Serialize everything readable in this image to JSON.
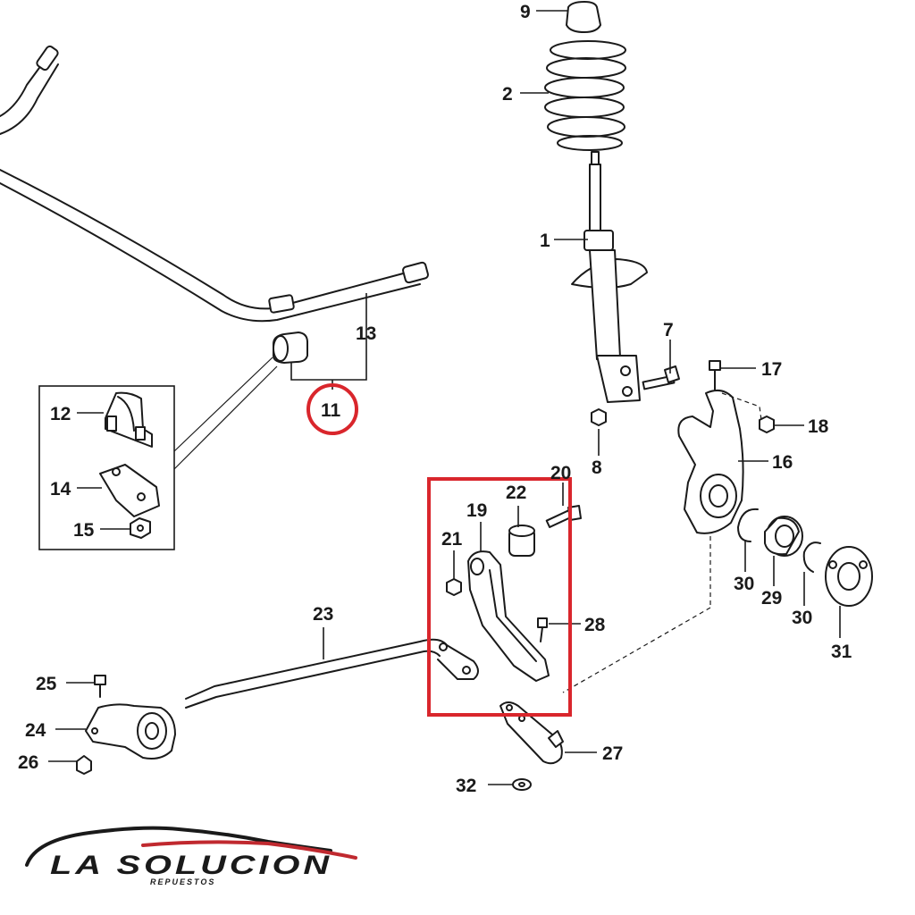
{
  "diagram": {
    "part_numbers": [
      "1",
      "2",
      "7",
      "8",
      "9",
      "11",
      "12",
      "13",
      "14",
      "15",
      "16",
      "17",
      "18",
      "19",
      "20",
      "21",
      "22",
      "23",
      "24",
      "25",
      "26",
      "27",
      "28",
      "29",
      "30",
      "30",
      "31",
      "32"
    ],
    "highlight_color": "#d9262c",
    "line_color": "#1a1a1a"
  },
  "logo": {
    "name": "LA SOLUCION",
    "tagline": "REPUESTOS"
  }
}
